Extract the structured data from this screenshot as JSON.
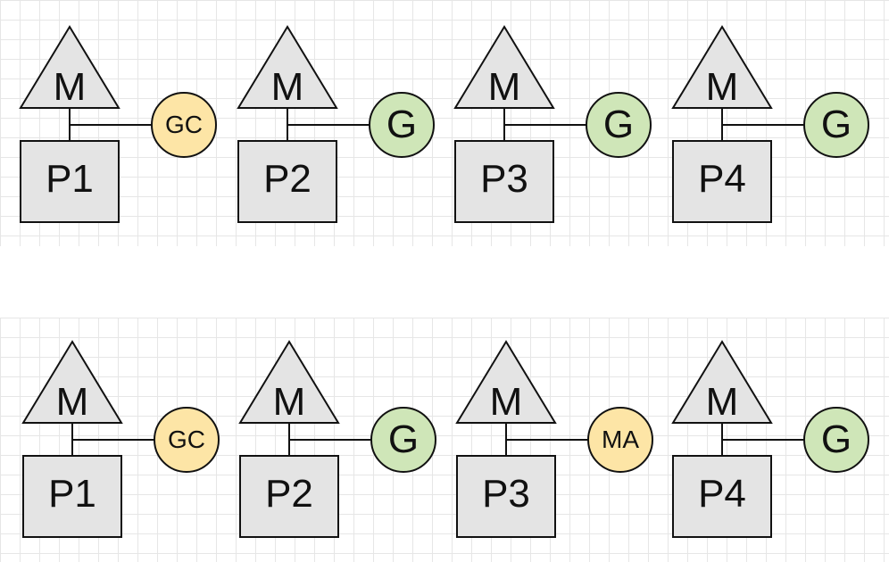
{
  "rows": [
    {
      "units": [
        {
          "m": "M",
          "p": "P1",
          "g": "GC",
          "g_kind": "yellow"
        },
        {
          "m": "M",
          "p": "P2",
          "g": "G",
          "g_kind": "green"
        },
        {
          "m": "M",
          "p": "P3",
          "g": "G",
          "g_kind": "green"
        },
        {
          "m": "M",
          "p": "P4",
          "g": "G",
          "g_kind": "green"
        }
      ]
    },
    {
      "units": [
        {
          "m": "M",
          "p": "P1",
          "g": "GC",
          "g_kind": "yellow"
        },
        {
          "m": "M",
          "p": "P2",
          "g": "G",
          "g_kind": "green"
        },
        {
          "m": "M",
          "p": "P3",
          "g": "MA",
          "g_kind": "yellow"
        },
        {
          "m": "M",
          "p": "P4",
          "g": "G",
          "g_kind": "green"
        }
      ]
    }
  ],
  "colors": {
    "shape_fill": "#e4e4e4",
    "stroke": "#111111",
    "green": "#cfe6b8",
    "yellow": "#fde5a6"
  }
}
